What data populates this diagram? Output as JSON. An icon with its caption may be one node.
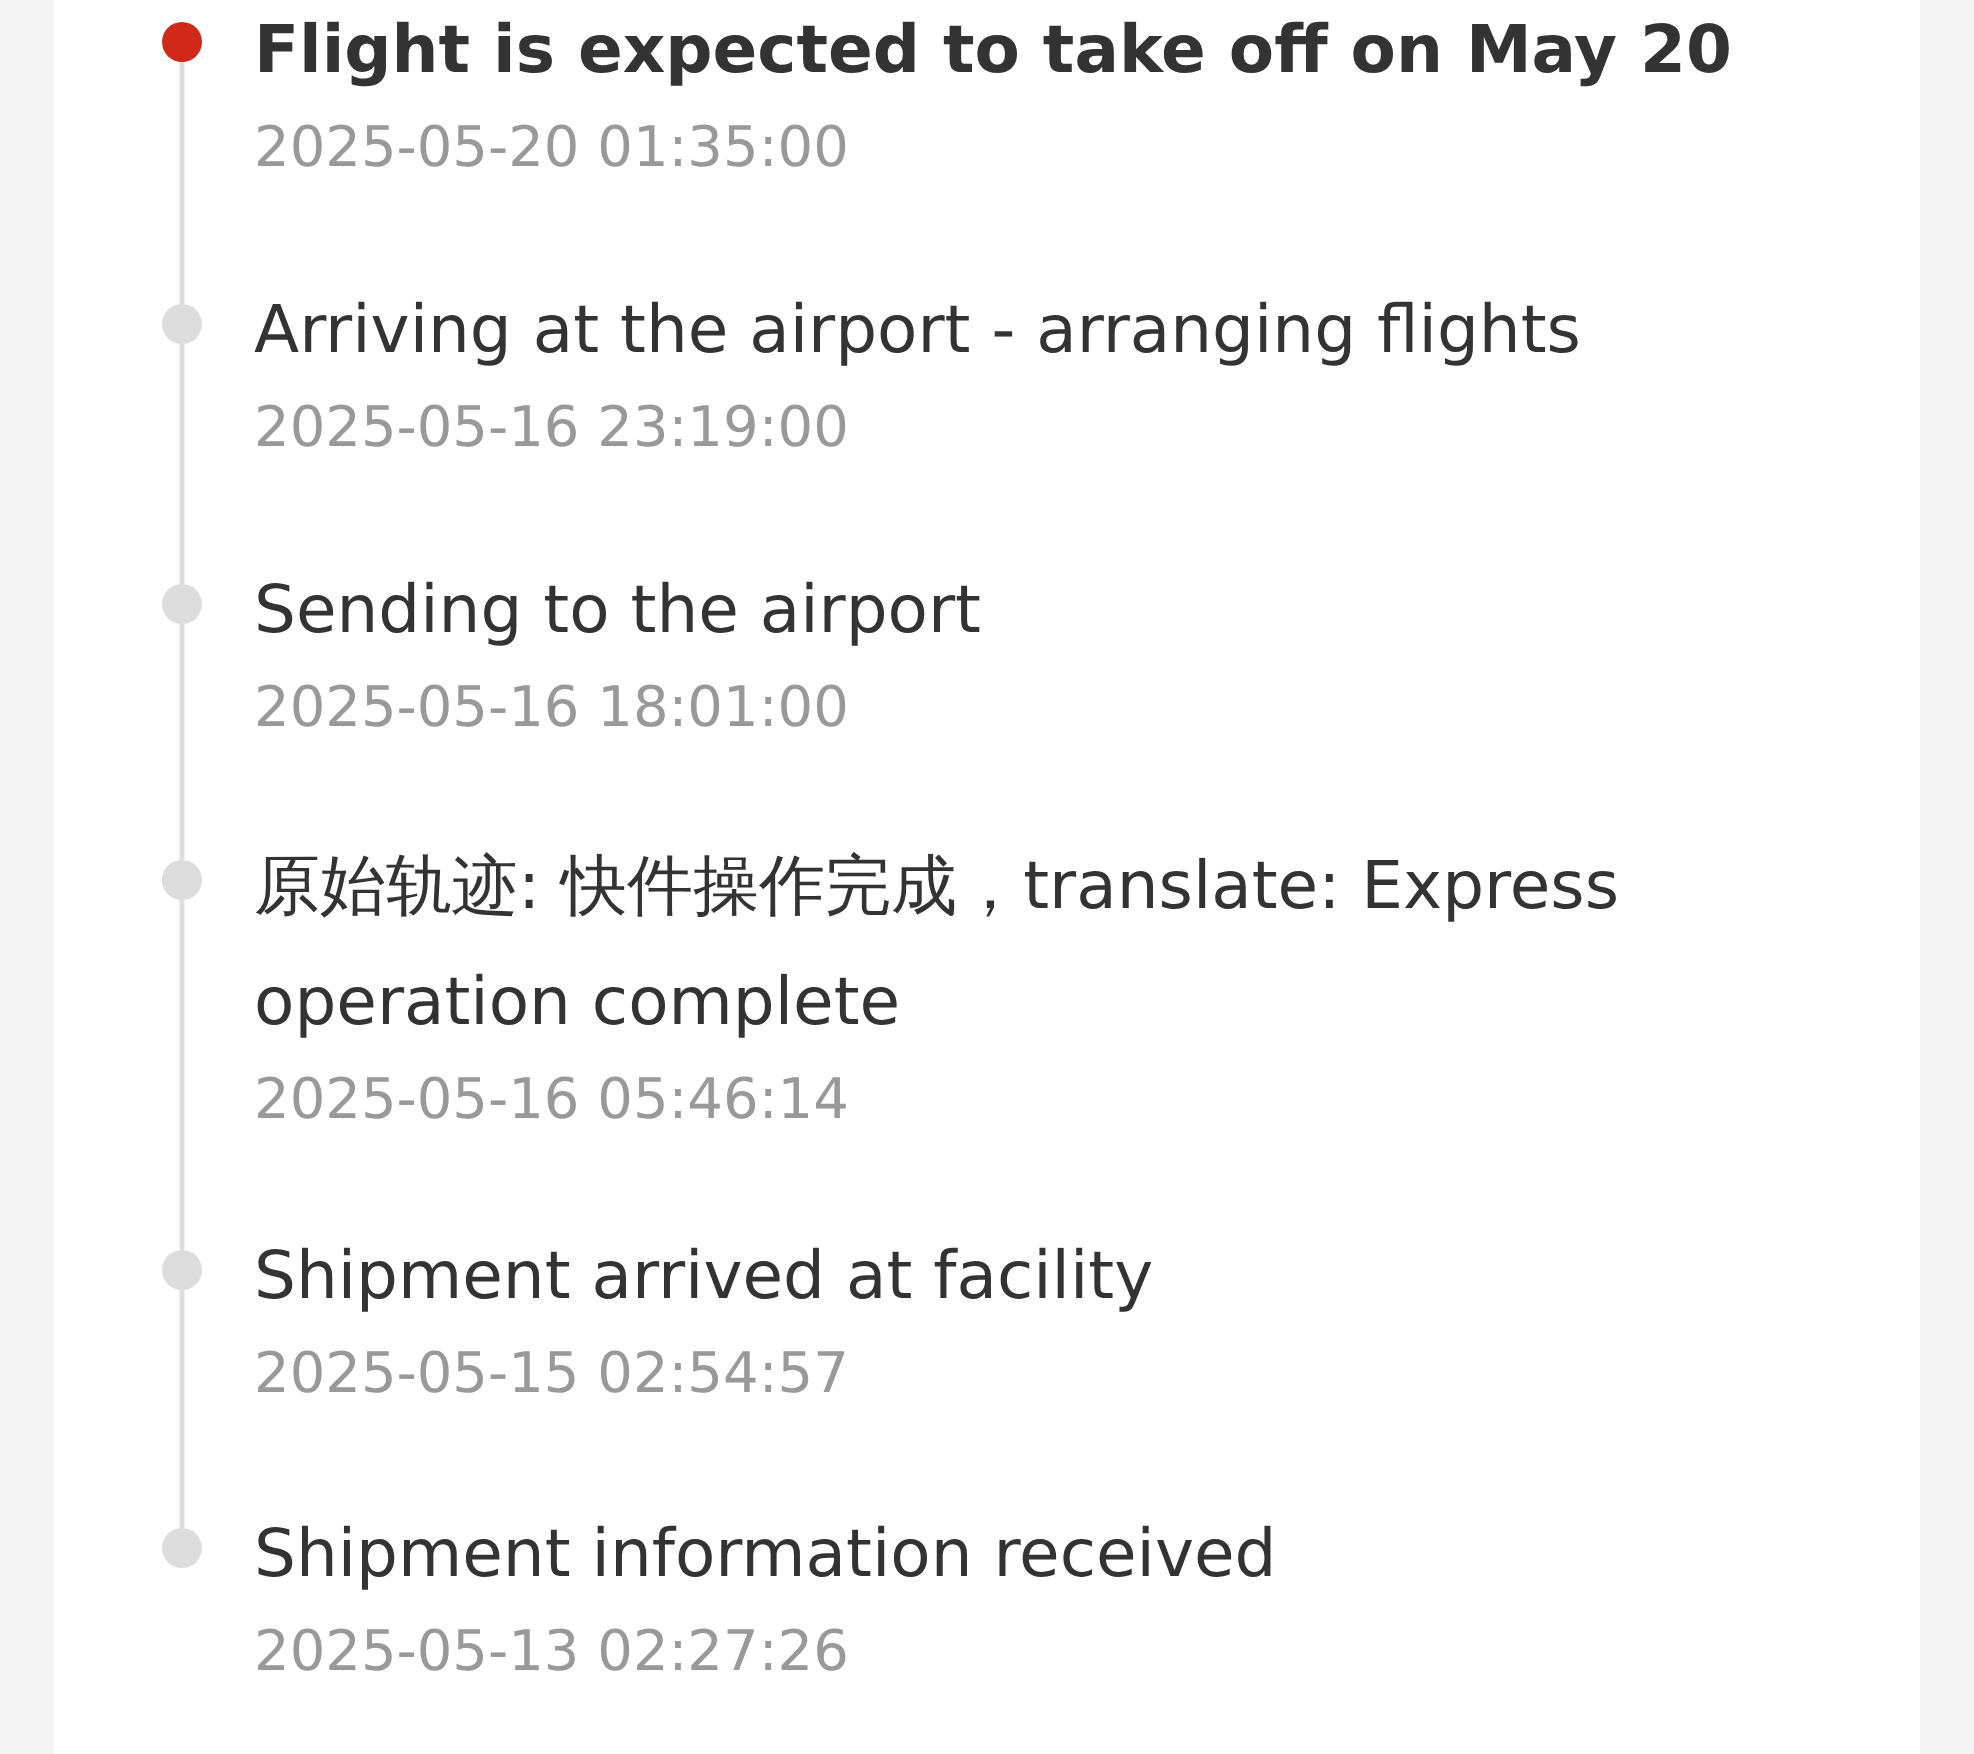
{
  "diagram": {
    "nodes": [
      {
        "text": [],
        "shape": "circle",
        "beside": [
          "Flight is expected to take off on May 20",
          "2025-05-20 01:35:00"
        ]
      },
      {
        "text": [],
        "shape": "circle",
        "beside": [
          "Arriving at the airport - arranging flights",
          "2025-05-16 23:19:00"
        ]
      },
      {
        "text": [],
        "shape": "circle",
        "beside": [
          "Sending to the airport",
          "2025-05-16 18:01:00"
        ]
      },
      {
        "text": [],
        "shape": "circle",
        "beside": [
          "原始轨迹: 快件操作完成，translate: Express operation complete",
          "2025-05-16 05:46:14"
        ]
      },
      {
        "text": [],
        "shape": "circle",
        "beside": [
          "Shipment arrived at facility",
          "2025-05-15 02:54:57"
        ]
      },
      {
        "text": [],
        "shape": "circle",
        "beside": [
          "Shipment information received",
          "2025-05-13 02:27:26"
        ]
      }
    ],
    "edges": [
      {
        "from": 0,
        "to": 1,
        "arrow": "none"
      },
      {
        "from": 1,
        "to": 2,
        "arrow": "none"
      },
      {
        "from": 2,
        "to": 3,
        "arrow": "none"
      },
      {
        "from": 3,
        "to": 4,
        "arrow": "none"
      },
      {
        "from": 4,
        "to": 5,
        "arrow": "none"
      }
    ]
  }
}
